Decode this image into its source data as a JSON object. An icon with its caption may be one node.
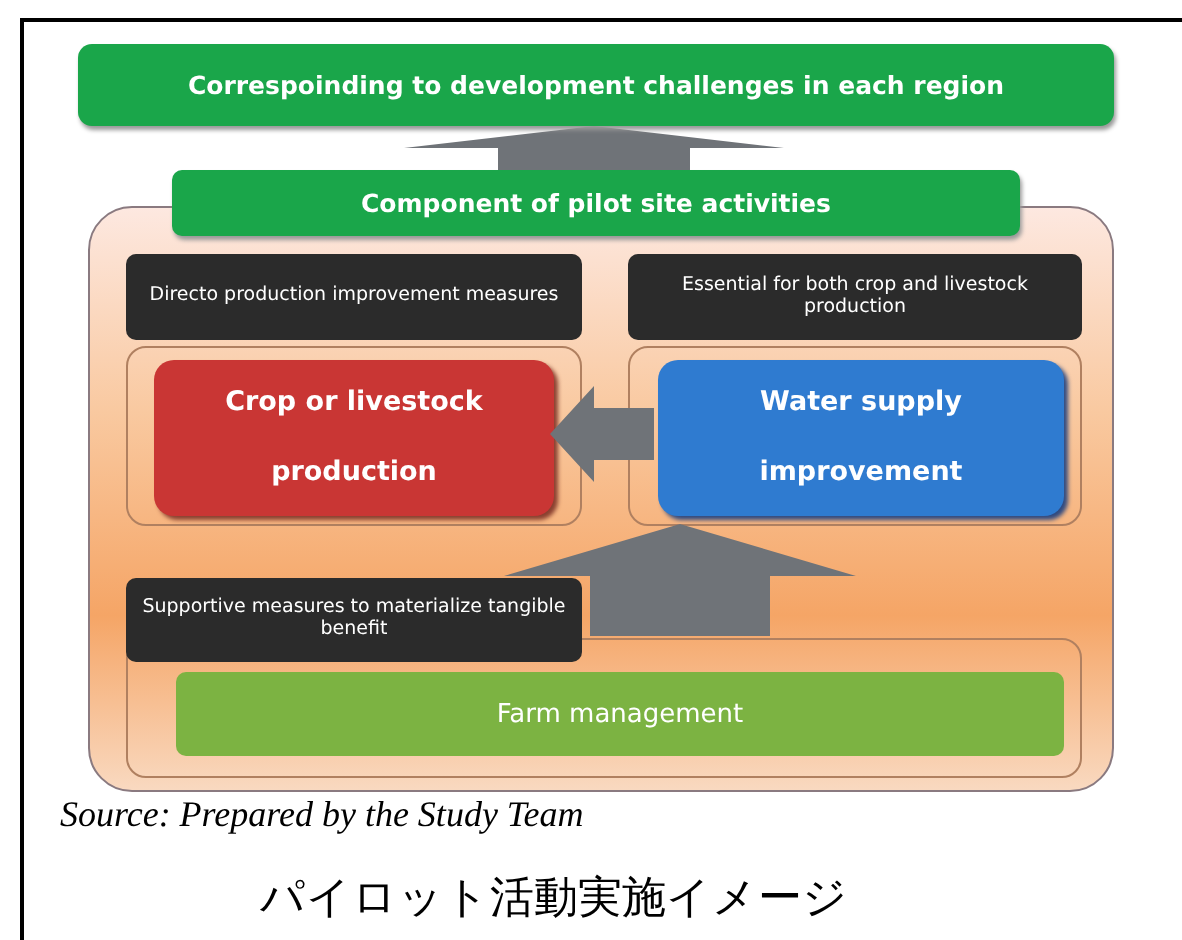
{
  "diagram": {
    "caption": "パイロット活動実施イメージ",
    "nodes": [
      {
        "text": [
          "Correspoinding to development challenges in each region"
        ]
      },
      {
        "text": [],
        "shape": "box"
      },
      {
        "text": [
          "Component of pilot site activities"
        ]
      },
      {
        "text": [
          "Directo production improvement measures"
        ],
        "in": 1
      },
      {
        "text": [],
        "shape": "box",
        "in": 1
      },
      {
        "text": [
          "Crop or livestock production"
        ],
        "in": 4
      },
      {
        "text": [
          "Essential for both crop and livestock production"
        ],
        "in": 1
      },
      {
        "text": [],
        "shape": "box",
        "in": 1
      },
      {
        "text": [
          "Water supply improvement"
        ],
        "in": 7
      },
      {
        "text": [
          "Supportive measures to materialize tangible benefit"
        ],
        "in": 1
      },
      {
        "text": [],
        "shape": "box",
        "in": 1
      },
      {
        "text": [
          "Farm management"
        ],
        "in": 10
      }
    ],
    "edges": [
      {
        "from": 2,
        "to": 0,
        "arrow": "to"
      },
      {
        "from": 8,
        "to": 5,
        "arrow": "to"
      },
      {
        "from": 10,
        "to": 7,
        "arrow": "to"
      }
    ],
    "labels": [
      "Source: Prepared by the Study Team"
    ]
  }
}
